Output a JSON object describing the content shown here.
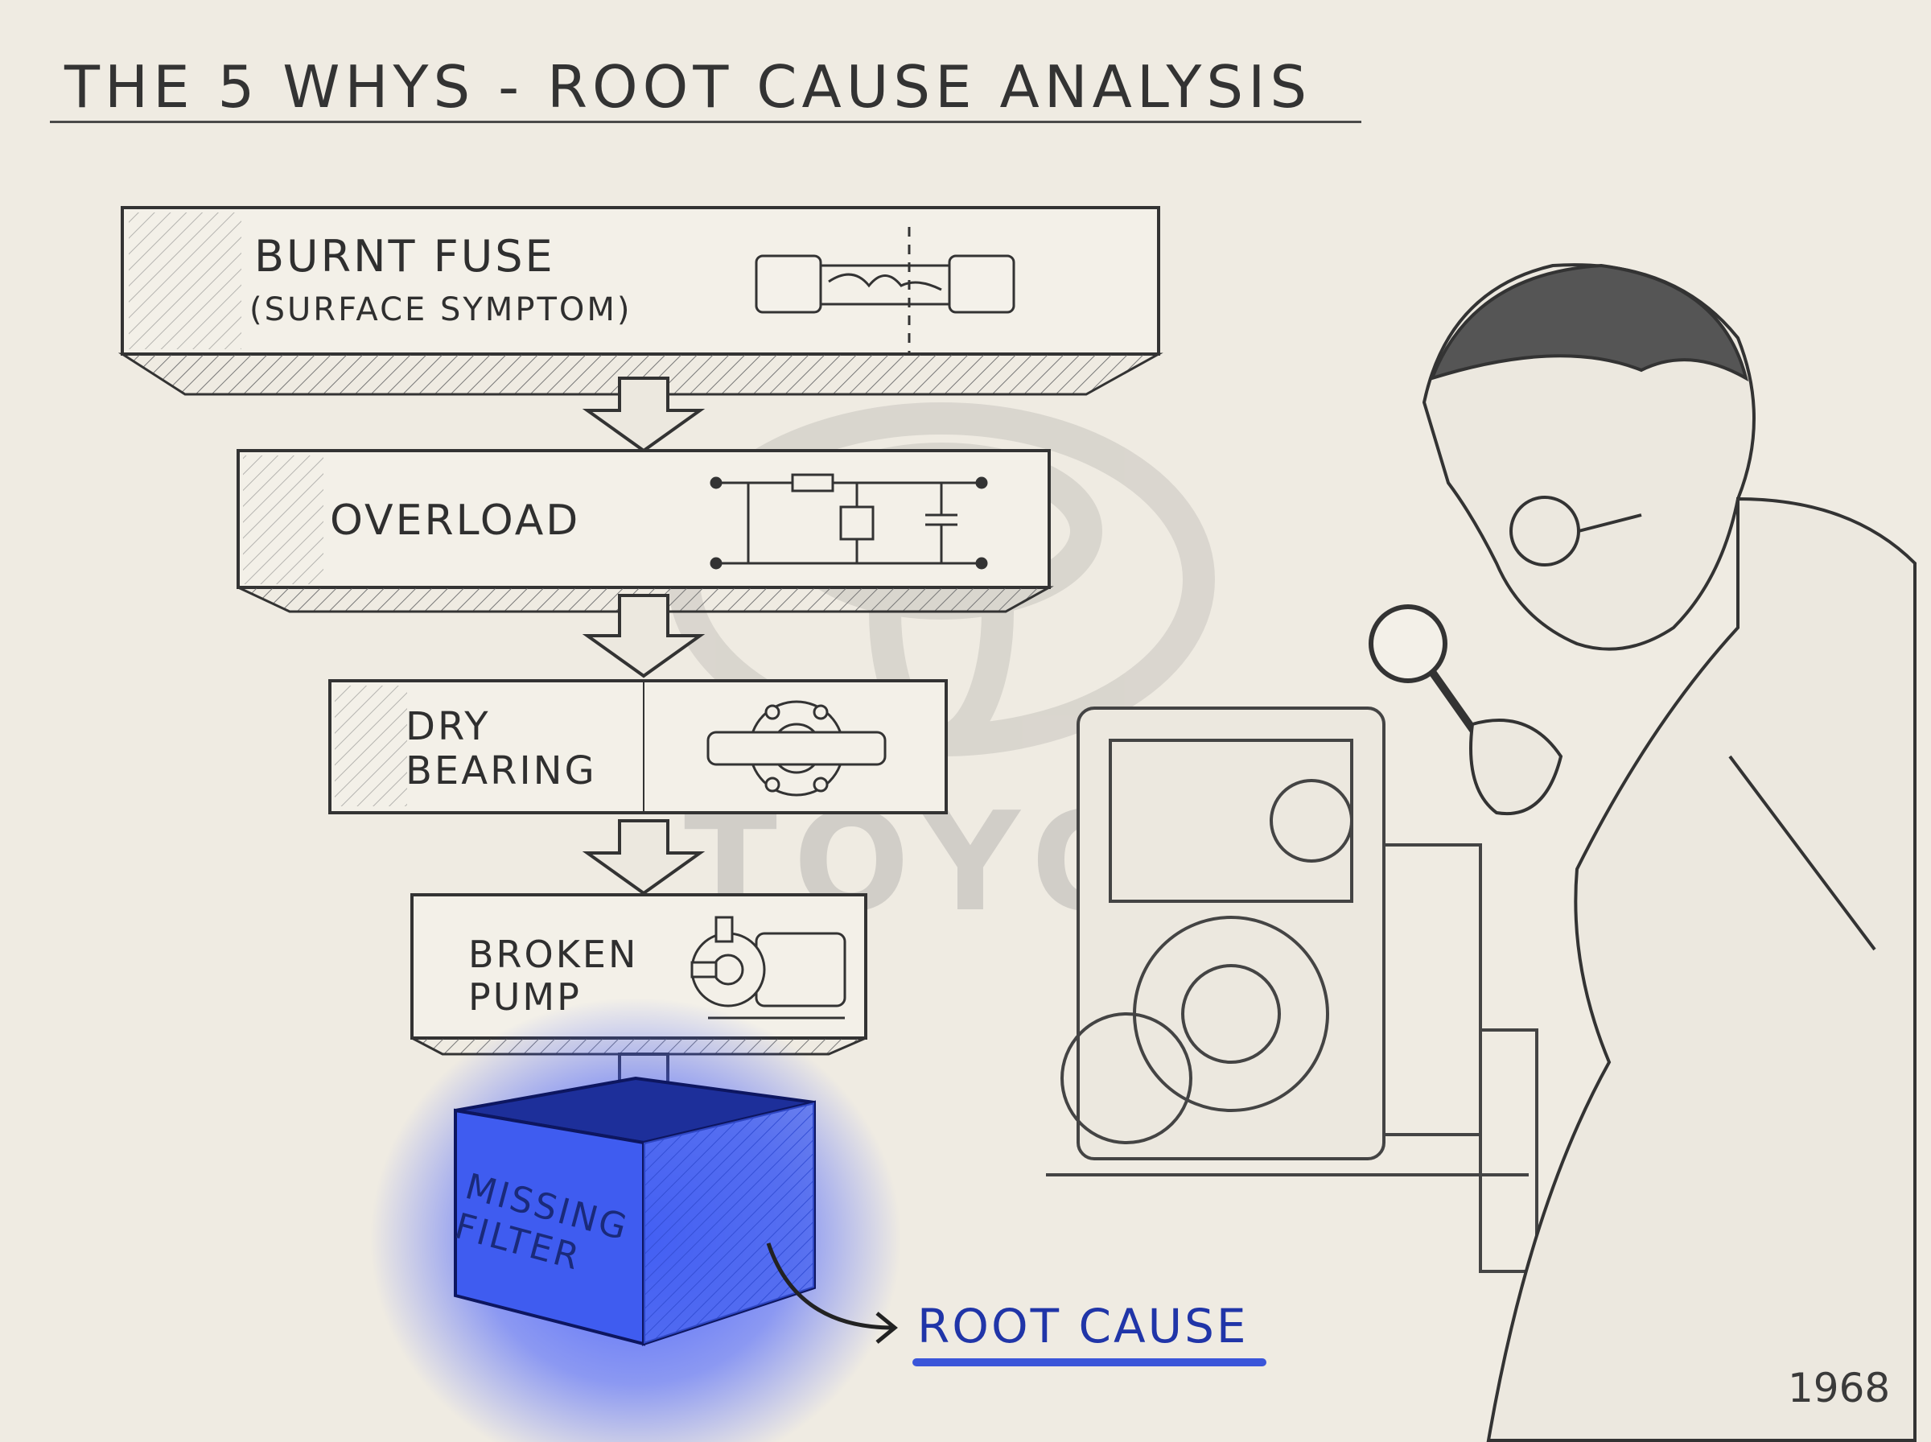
{
  "title": "THE 5 WHYS - ROOT CAUSE ANALYSIS",
  "steps": [
    {
      "label": "BURNT FUSE",
      "sublabel": "(SURFACE SYMPTOM)",
      "icon": "fuse-icon"
    },
    {
      "label": "OVERLOAD",
      "icon": "circuit-icon"
    },
    {
      "label": "DRY\nBEARING",
      "icon": "bearing-icon"
    },
    {
      "label": "BROKEN\nPUMP",
      "icon": "pump-icon"
    },
    {
      "label": "MISSING\nFILTER",
      "icon": "filter-box"
    }
  ],
  "root_cause": "ROOT CAUSE",
  "year": "1968",
  "watermark": "TOYOTA",
  "colors": {
    "paper": "#efebe2",
    "ink": "#333333",
    "highlight": "#3a55d9"
  }
}
